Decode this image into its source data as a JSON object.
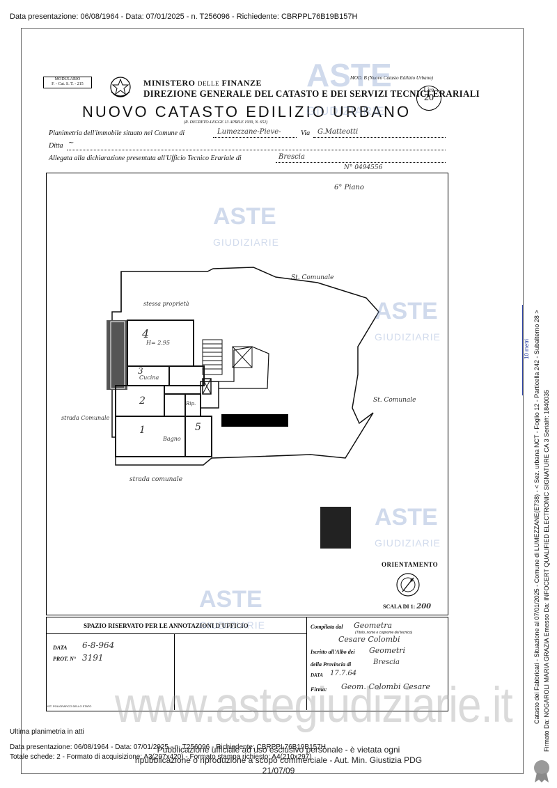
{
  "top_info": "Data presentazione: 06/08/1964 - Data: 07/01/2025 - n. T256096 - Richiedente: CBRPPL76B19B157H",
  "header": {
    "modulario_line1": "MODULARIO",
    "modulario_line2": "F. - Cat. S. T. - 215",
    "ministero": "MINISTERO",
    "ministero_delle": "DELLE",
    "ministero_finanze": "FINANZE",
    "direzione": "DIREZIONE GENERALE DEL CATASTO E DEI SERVIZI TECNICI ERARIALI",
    "mod_b": "MOD. B (Nuovo Catasto Edilizio Urbano)",
    "lire_label": "Lire",
    "lire_value": "20",
    "title": "NUOVO CATASTO EDILIZIO URBANO",
    "decreto": "(R. DECRETO-LEGGE 13 APRILE 1939, N. 652)"
  },
  "form": {
    "planimetria_label": "Planimetria dell'immobile situato nel Comune di",
    "comune_value": "Lumezzane-Pieve-",
    "via_label": "Via",
    "via_value": "G.Matteotti",
    "ditta_label": "Ditta",
    "ditta_value": "~",
    "allegata_label": "Allegata alla dichiarazione presentata all'Ufficio Tecnico Erariale di",
    "ufficio_value": "Brescia",
    "numero": "N° 0494556"
  },
  "plan": {
    "piano": "6° Piano",
    "str_comunale_top": "St. Comunale",
    "str_comunale_right": "St. Comunale",
    "strada_comunale_left": "strada Comunale",
    "strada_comunale_bottom": "strada comunale",
    "stessa_proprieta": "stessa proprietà",
    "room_4": "4",
    "h_label": "H= 2.95",
    "room_3": "3",
    "cucina": "Cucina",
    "room_2": "2",
    "room_1": "1",
    "room_5": "5",
    "rip": "Rip.",
    "bagno": "Bagno",
    "orientamento": "ORIENTAMENTO",
    "scala_label": "SCALA DI 1:",
    "scala_value": "200"
  },
  "annotations": {
    "spazio": "SPAZIO RISERVATO PER LE ANNOTAZIONI D'UFFICIO",
    "data_label": "DATA",
    "data_value": "6-8-964",
    "prot_label": "PROT. N°",
    "prot_value": "3191",
    "printer": "IST. POLIGRAFICO DELLO STATO",
    "compilata_label": "Compilata dal",
    "compilata_value": "Geometra",
    "titolo_note": "(Titolo, nome e cognome del tecnico)",
    "tecnico": "Cesare Colombi",
    "iscritto_label": "Iscritto all'Albo dei",
    "albo_value": "Geometri",
    "provincia_label": "della Provincia di",
    "provincia_value": "Brescia",
    "data2_label": "DATA",
    "data2_value": "17.7.64",
    "firma_label": "Firma:",
    "firma_value": "Geom. Colombi Cesare"
  },
  "watermarks": {
    "aste": "ASTE",
    "giudiziarie": "GIUDIZIARIE",
    "site": "www.astegiudiziarie.it"
  },
  "footer": {
    "ultima": "Ultima planimetria in atti",
    "line1": "Data presentazione: 06/08/1964 - Data: 07/01/2025 - n. T256096 - Richiedente: CBRPPL76B19B157H",
    "line2": "Totale schede: 2 - Formato di acquisizione: A3(297x420) - Formato stampa richiesto: A4(210x297)",
    "pub1": "Pubblicazione ufficiale ad uso esclusivo personale - è vietata ogni",
    "pub2": "ripubblicazione o riproduzione a scopo commerciale - Aut. Min. Giustizia PDG 21/07/09"
  },
  "side": {
    "text1": "Catasto dei Fabbricati - Situazione al 07/01/2025 - Comune di LUMEZZANE(E738) - < Sez. urbana NCT - Foglio 12 - Particella 242 - Subalterno 28 >",
    "text2": "Firmato Da: NOGAROLI MARIA GRAZIA Emesso Da: INFOCERT QUALIFIED ELECTRONIC SIGNATURE CA 3 Serial#: 1840035",
    "scale_mark": "10 metri"
  }
}
